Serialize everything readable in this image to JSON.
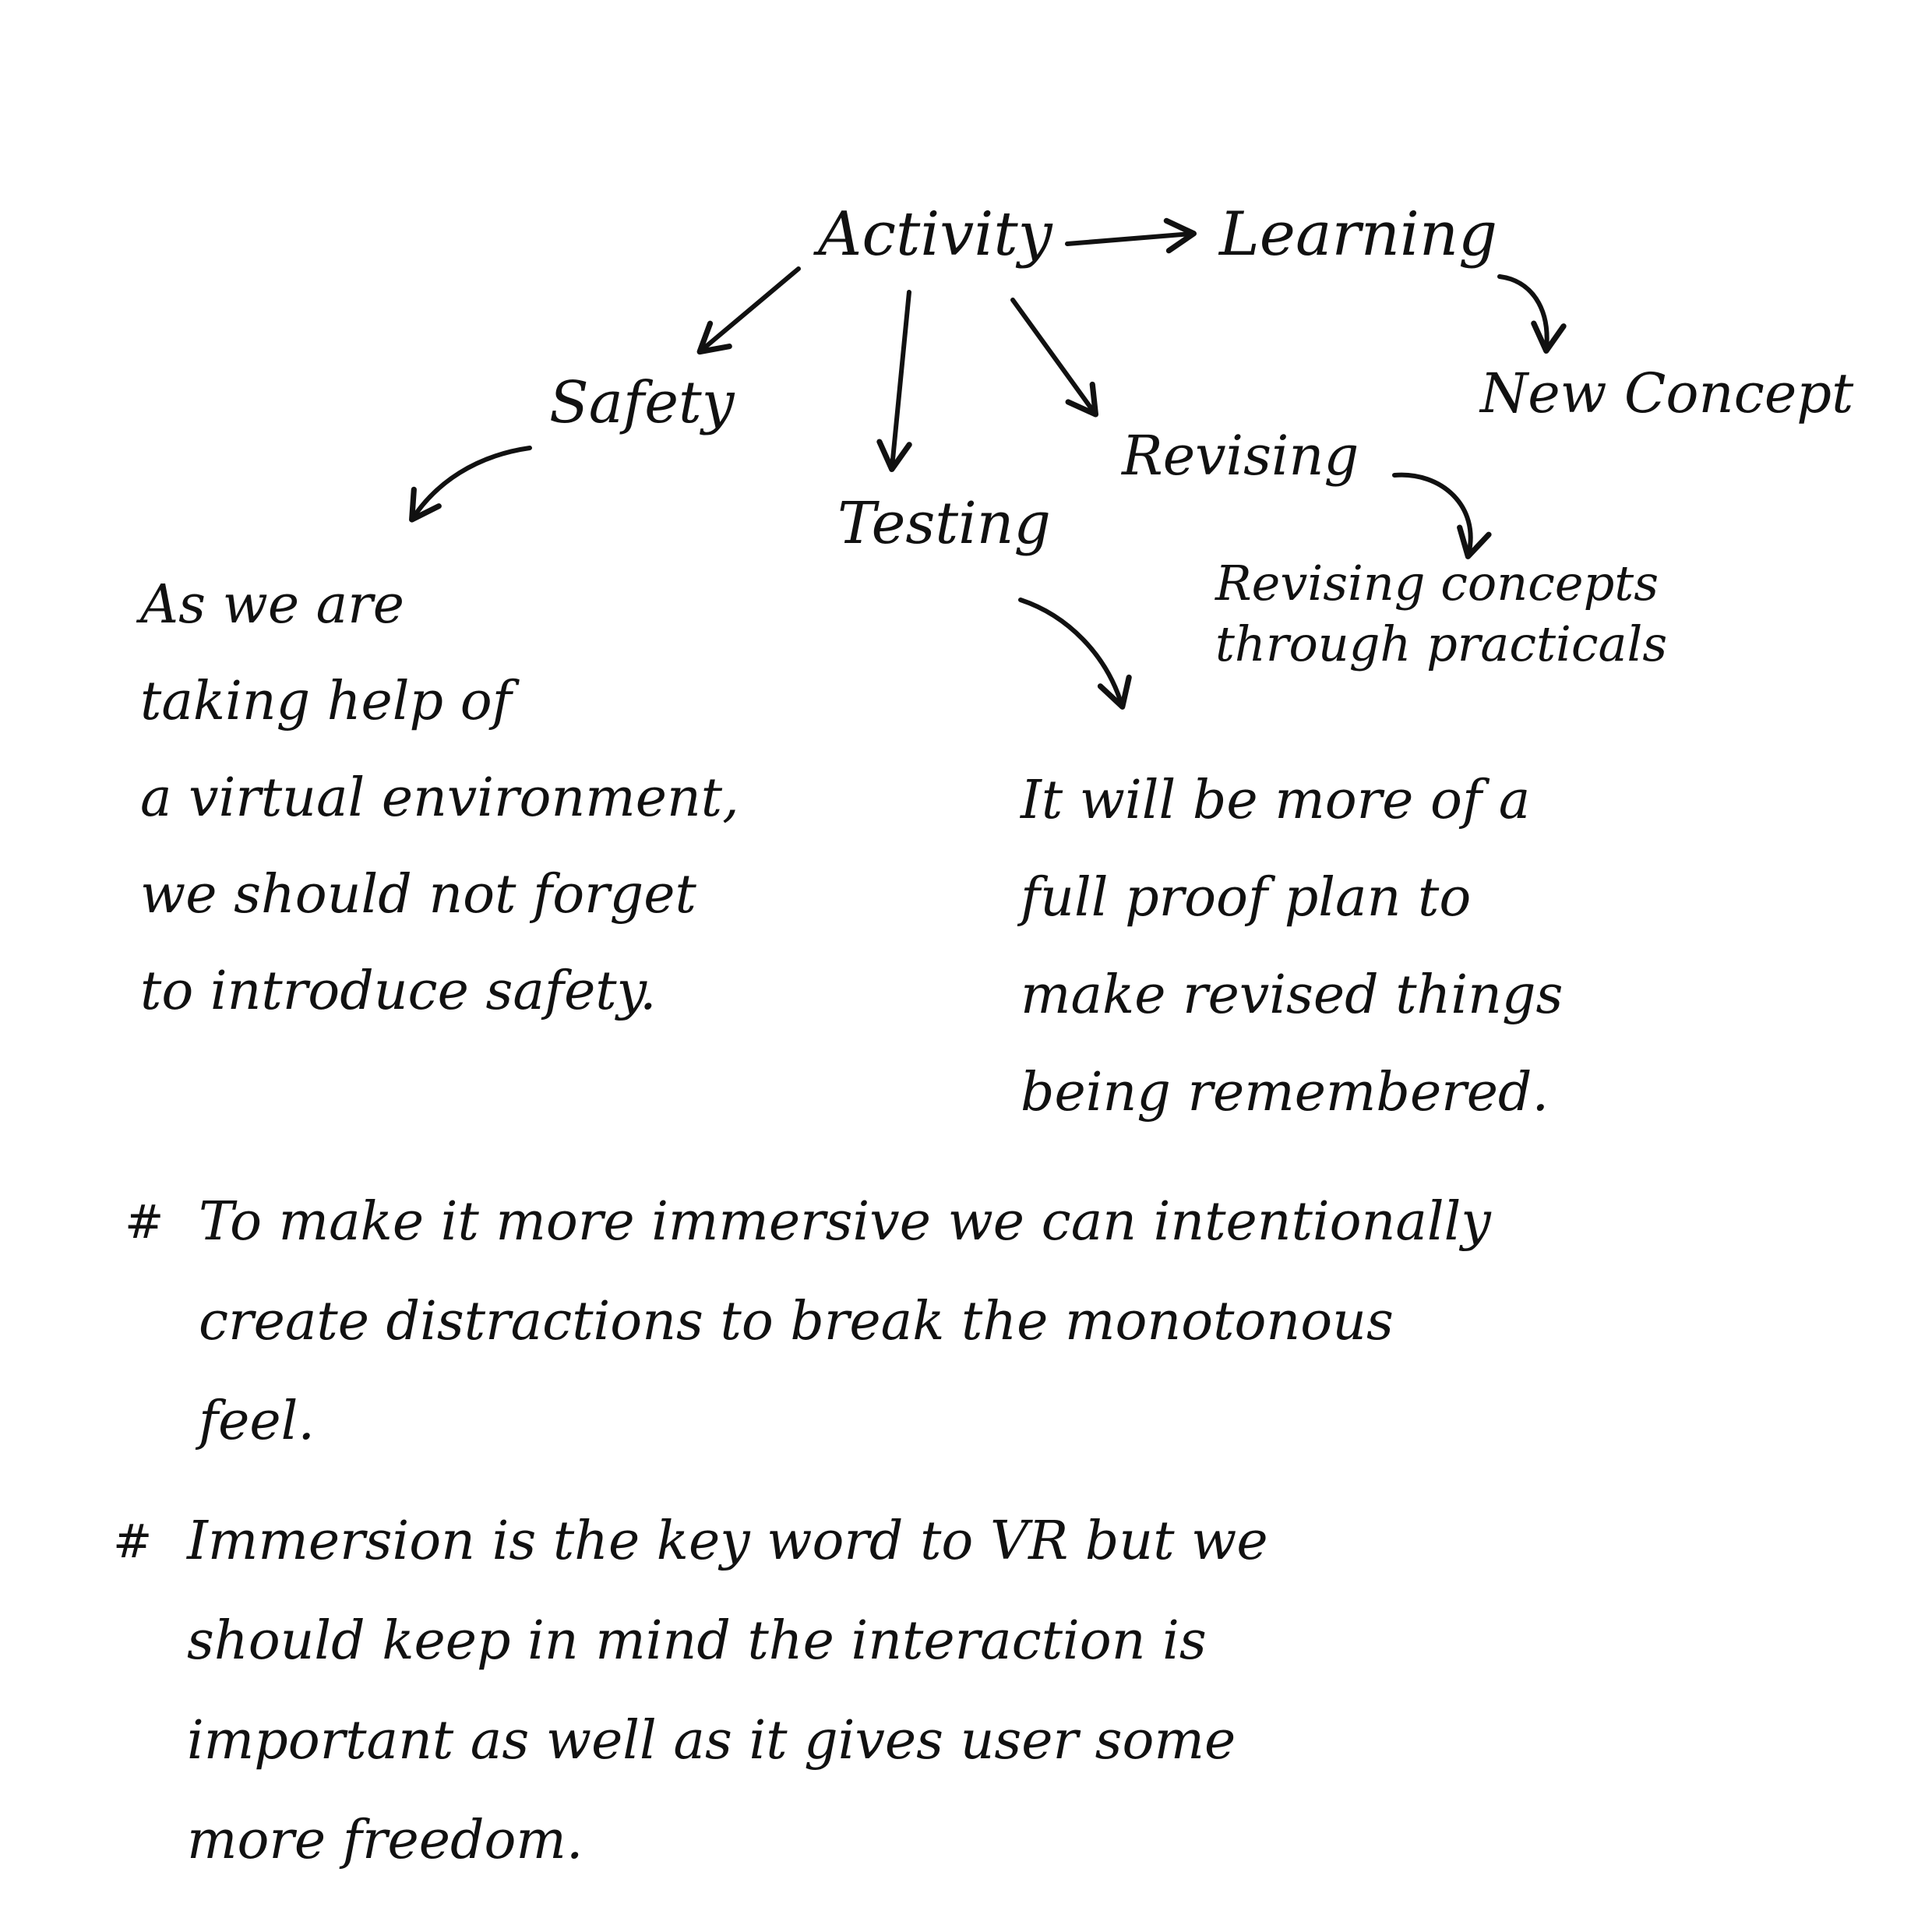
{
  "nodes": {
    "activity": "Activity",
    "learning": "Learning",
    "new_concept": "New Concept",
    "safety": "Safety",
    "revising": "Revising",
    "testing": "Testing"
  },
  "safety_text": [
    "As we are",
    "taking help of",
    "a virtual environment,",
    "we should not forget",
    "to introduce safety."
  ],
  "revising_text": [
    "Revising concepts",
    "through practicals"
  ],
  "testing_text": [
    "It will be more of a",
    "full proof plan to",
    "make revised things",
    "being remembered."
  ],
  "notes": [
    {
      "bullet": "#",
      "lines": [
        "To make it more immersive we can intentionally",
        "create distractions to break the monotonous",
        "feel."
      ]
    },
    {
      "bullet": "#",
      "lines": [
        "Immersion is the key word to VR but we",
        "should keep in mind the interaction is",
        "important as well as it gives user some",
        "more freedom."
      ]
    }
  ]
}
